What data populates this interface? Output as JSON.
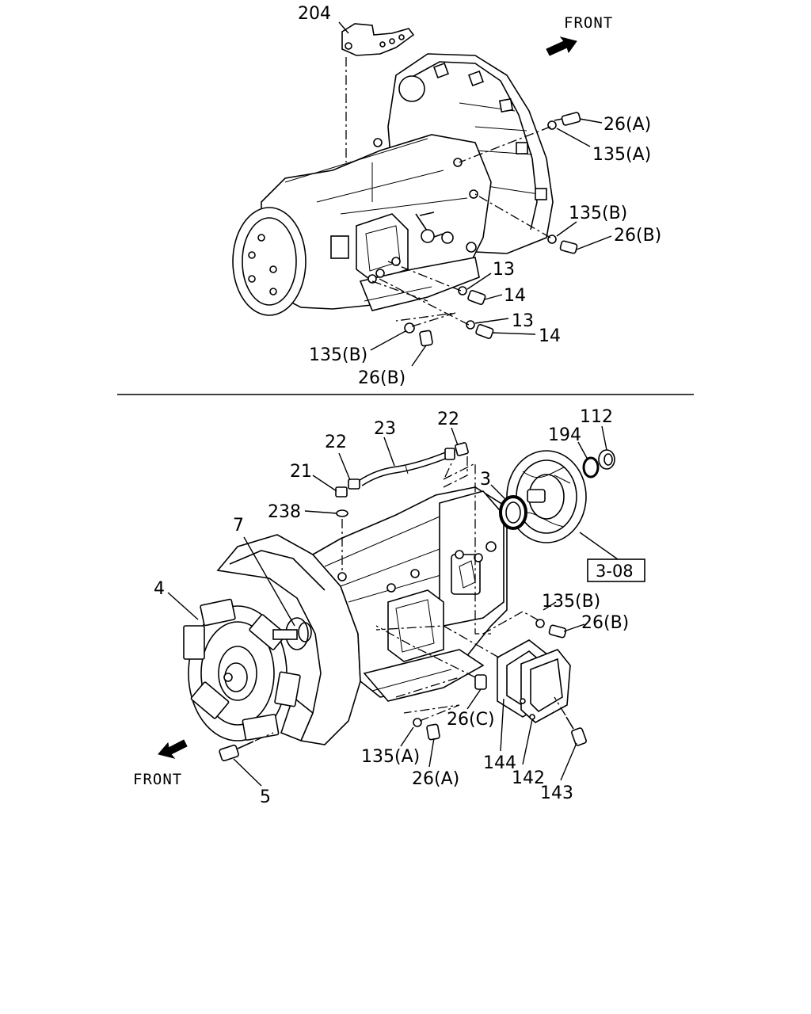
{
  "upper_view": {
    "front_label": "FRONT",
    "callouts": [
      "204",
      "26(A)",
      "135(A)",
      "135(B)",
      "26(B)",
      "13",
      "14",
      "13",
      "14",
      "135(B)",
      "26(B)"
    ]
  },
  "lower_view": {
    "front_label": "FRONT",
    "reference_box": "3-08",
    "callouts": [
      "22",
      "22",
      "23",
      "21",
      "238",
      "112",
      "194",
      "3",
      "7",
      "4",
      "135(B)",
      "26(B)",
      "26(C)",
      "135(A)",
      "26(A)",
      "144",
      "142",
      "143",
      "5"
    ]
  }
}
